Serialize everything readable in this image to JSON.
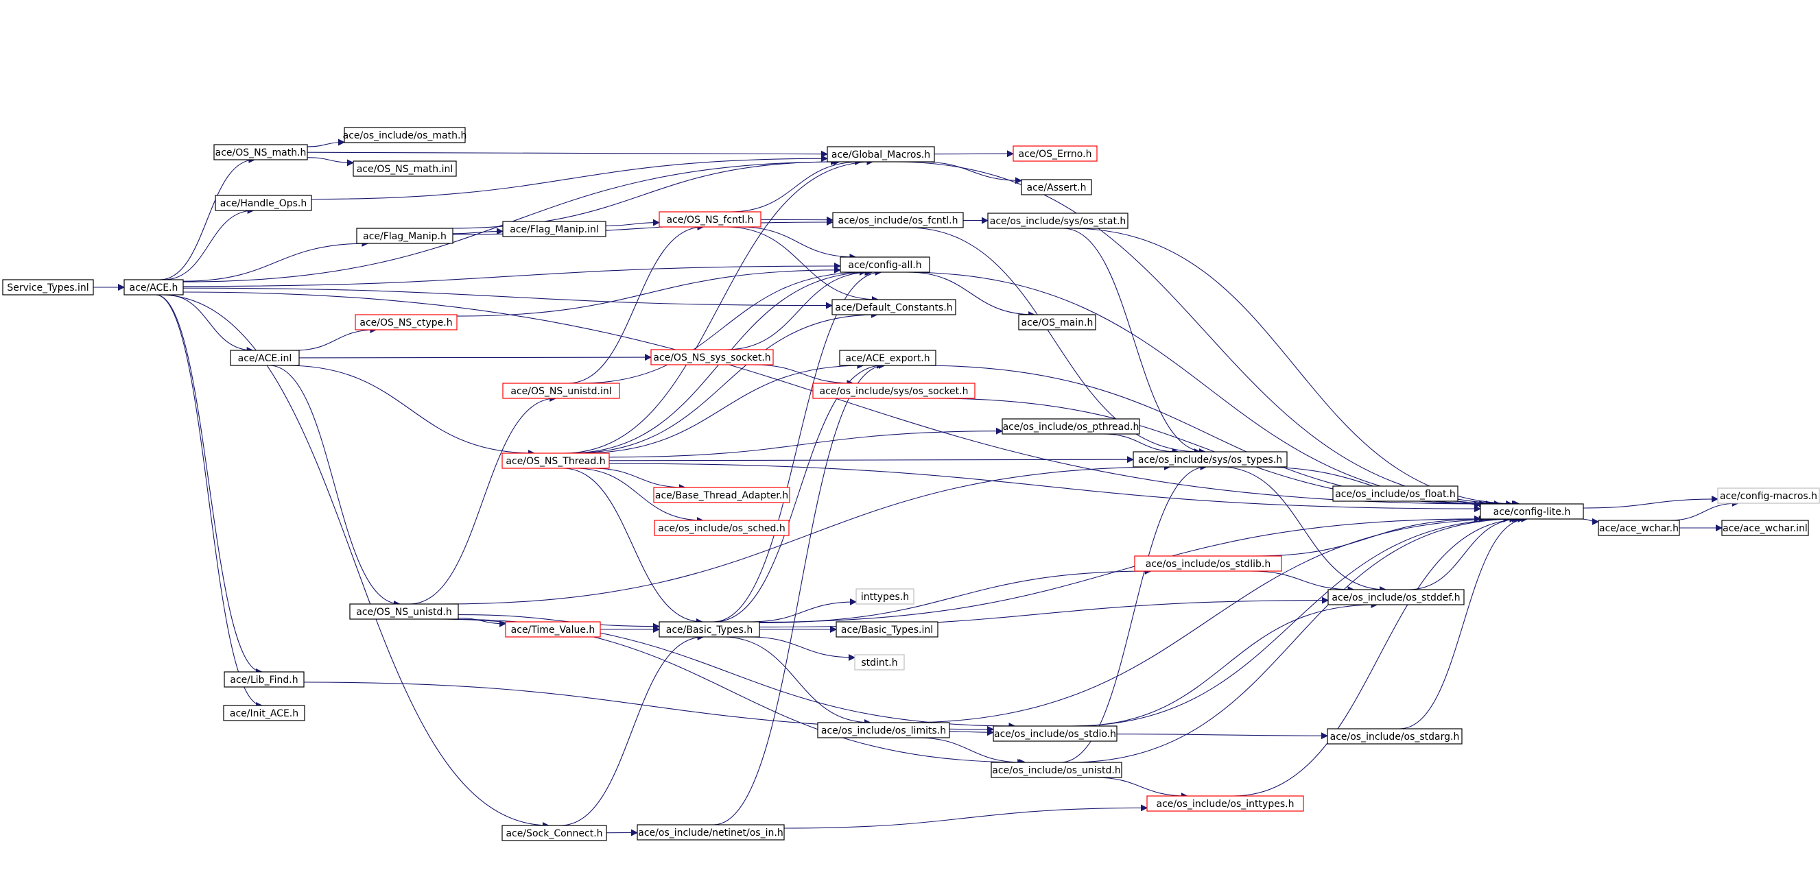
{
  "colors": {
    "edge": "#191970",
    "box_normal": "#000000",
    "box_truncated": "#ff0000",
    "box_external": "#bfbfbf",
    "root_fill": "#bfbfbf"
  },
  "nodes": [
    {
      "id": "service_types_inl",
      "label": "Service_Types.inl",
      "style": "root"
    },
    {
      "id": "ace_h",
      "label": "ace/ACE.h",
      "style": "normal"
    },
    {
      "id": "os_ns_math_h",
      "label": "ace/OS_NS_math.h",
      "style": "normal"
    },
    {
      "id": "os_math_h",
      "label": "ace/os_include/os_math.h",
      "style": "normal"
    },
    {
      "id": "os_ns_math_inl",
      "label": "ace/OS_NS_math.inl",
      "style": "normal"
    },
    {
      "id": "handle_ops_h",
      "label": "ace/Handle_Ops.h",
      "style": "normal"
    },
    {
      "id": "flag_manip_h",
      "label": "ace/Flag_Manip.h",
      "style": "normal"
    },
    {
      "id": "flag_manip_inl",
      "label": "ace/Flag_Manip.inl",
      "style": "normal"
    },
    {
      "id": "os_ns_ctype_h",
      "label": "ace/OS_NS_ctype.h",
      "style": "truncated"
    },
    {
      "id": "ace_inl",
      "label": "ace/ACE.inl",
      "style": "normal"
    },
    {
      "id": "os_ns_unistd_inl",
      "label": "ace/OS_NS_unistd.inl",
      "style": "truncated"
    },
    {
      "id": "os_ns_thread_h",
      "label": "ace/OS_NS_Thread.h",
      "style": "truncated"
    },
    {
      "id": "os_ns_unistd_h",
      "label": "ace/OS_NS_unistd.h",
      "style": "normal"
    },
    {
      "id": "lib_find_h",
      "label": "ace/Lib_Find.h",
      "style": "normal"
    },
    {
      "id": "init_ace_h",
      "label": "ace/Init_ACE.h",
      "style": "normal"
    },
    {
      "id": "sock_connect_h",
      "label": "ace/Sock_Connect.h",
      "style": "normal"
    },
    {
      "id": "os_ns_fcntl_h",
      "label": "ace/OS_NS_fcntl.h",
      "style": "truncated"
    },
    {
      "id": "os_ns_sys_socket_h",
      "label": "ace/OS_NS_sys_socket.h",
      "style": "truncated"
    },
    {
      "id": "base_thread_adapter_h",
      "label": "ace/Base_Thread_Adapter.h",
      "style": "truncated"
    },
    {
      "id": "os_sched_h",
      "label": "ace/os_include/os_sched.h",
      "style": "truncated"
    },
    {
      "id": "time_value_h",
      "label": "ace/Time_Value.h",
      "style": "truncated"
    },
    {
      "id": "basic_types_h",
      "label": "ace/Basic_Types.h",
      "style": "normal"
    },
    {
      "id": "netinet_os_in_h",
      "label": "ace/os_include/netinet/os_in.h",
      "style": "normal"
    },
    {
      "id": "global_macros_h",
      "label": "ace/Global_Macros.h",
      "style": "normal"
    },
    {
      "id": "os_fcntl_h",
      "label": "ace/os_include/os_fcntl.h",
      "style": "normal"
    },
    {
      "id": "config_all_h",
      "label": "ace/config-all.h",
      "style": "normal"
    },
    {
      "id": "default_constants_h",
      "label": "ace/Default_Constants.h",
      "style": "normal"
    },
    {
      "id": "ace_export_h",
      "label": "ace/ACE_export.h",
      "style": "normal"
    },
    {
      "id": "sys_os_socket_h",
      "label": "ace/os_include/sys/os_socket.h",
      "style": "truncated"
    },
    {
      "id": "os_pthread_h",
      "label": "ace/os_include/os_pthread.h",
      "style": "normal"
    },
    {
      "id": "inttypes_h",
      "label": "inttypes.h",
      "style": "external"
    },
    {
      "id": "basic_types_inl",
      "label": "ace/Basic_Types.inl",
      "style": "normal"
    },
    {
      "id": "stdint_h",
      "label": "stdint.h",
      "style": "external"
    },
    {
      "id": "os_limits_h",
      "label": "ace/os_include/os_limits.h",
      "style": "normal"
    },
    {
      "id": "os_errno_h",
      "label": "ace/OS_Errno.h",
      "style": "truncated"
    },
    {
      "id": "assert_h",
      "label": "ace/Assert.h",
      "style": "normal"
    },
    {
      "id": "sys_os_stat_h",
      "label": "ace/os_include/sys/os_stat.h",
      "style": "normal"
    },
    {
      "id": "os_main_h",
      "label": "ace/OS_main.h",
      "style": "normal"
    },
    {
      "id": "sys_os_types_h",
      "label": "ace/os_include/sys/os_types.h",
      "style": "normal"
    },
    {
      "id": "os_stdio_h",
      "label": "ace/os_include/os_stdio.h",
      "style": "normal"
    },
    {
      "id": "os_unistd_h",
      "label": "ace/os_include/os_unistd.h",
      "style": "normal"
    },
    {
      "id": "os_stdlib_h",
      "label": "ace/os_include/os_stdlib.h",
      "style": "truncated"
    },
    {
      "id": "os_inttypes_h",
      "label": "ace/os_include/os_inttypes.h",
      "style": "truncated"
    },
    {
      "id": "os_float_h",
      "label": "ace/os_include/os_float.h",
      "style": "normal"
    },
    {
      "id": "os_stddef_h",
      "label": "ace/os_include/os_stddef.h",
      "style": "normal"
    },
    {
      "id": "os_stdarg_h",
      "label": "ace/os_include/os_stdarg.h",
      "style": "normal"
    },
    {
      "id": "config_lite_h",
      "label": "ace/config-lite.h",
      "style": "normal"
    },
    {
      "id": "ace_wchar_h",
      "label": "ace/ace_wchar.h",
      "style": "normal"
    },
    {
      "id": "config_macros_h",
      "label": "ace/config-macros.h",
      "style": "external"
    },
    {
      "id": "ace_wchar_inl",
      "label": "ace/ace_wchar.inl",
      "style": "normal"
    }
  ],
  "edges": [
    [
      "service_types_inl",
      "ace_h"
    ],
    [
      "ace_h",
      "os_ns_math_h"
    ],
    [
      "ace_h",
      "handle_ops_h"
    ],
    [
      "ace_h",
      "flag_manip_h"
    ],
    [
      "ace_h",
      "ace_inl"
    ],
    [
      "ace_h",
      "lib_find_h"
    ],
    [
      "ace_h",
      "init_ace_h"
    ],
    [
      "ace_h",
      "sock_connect_h"
    ],
    [
      "ace_h",
      "default_constants_h"
    ],
    [
      "ace_h",
      "config_lite_h"
    ],
    [
      "ace_h",
      "global_macros_h"
    ],
    [
      "ace_h",
      "config_all_h"
    ],
    [
      "os_ns_math_h",
      "os_math_h"
    ],
    [
      "os_ns_math_h",
      "os_ns_math_inl"
    ],
    [
      "os_ns_math_h",
      "global_macros_h"
    ],
    [
      "handle_ops_h",
      "global_macros_h"
    ],
    [
      "flag_manip_h",
      "flag_manip_inl"
    ],
    [
      "flag_manip_h",
      "global_macros_h"
    ],
    [
      "flag_manip_h",
      "os_fcntl_h"
    ],
    [
      "flag_manip_inl",
      "os_ns_fcntl_h"
    ],
    [
      "os_ns_ctype_h",
      "config_all_h"
    ],
    [
      "ace_inl",
      "os_ns_ctype_h"
    ],
    [
      "ace_inl",
      "os_ns_sys_socket_h"
    ],
    [
      "ace_inl",
      "os_ns_thread_h"
    ],
    [
      "ace_inl",
      "os_ns_unistd_h"
    ],
    [
      "os_ns_unistd_inl",
      "os_ns_fcntl_h"
    ],
    [
      "os_ns_unistd_inl",
      "config_all_h"
    ],
    [
      "os_ns_thread_h",
      "base_thread_adapter_h"
    ],
    [
      "os_ns_thread_h",
      "os_sched_h"
    ],
    [
      "os_ns_thread_h",
      "basic_types_h"
    ],
    [
      "os_ns_thread_h",
      "config_all_h"
    ],
    [
      "os_ns_thread_h",
      "default_constants_h"
    ],
    [
      "os_ns_thread_h",
      "ace_export_h"
    ],
    [
      "os_ns_thread_h",
      "global_macros_h"
    ],
    [
      "os_ns_thread_h",
      "os_pthread_h"
    ],
    [
      "os_ns_thread_h",
      "sys_os_types_h"
    ],
    [
      "os_ns_thread_h",
      "config_lite_h"
    ],
    [
      "os_ns_unistd_h",
      "os_ns_unistd_inl"
    ],
    [
      "os_ns_unistd_h",
      "time_value_h"
    ],
    [
      "os_ns_unistd_h",
      "basic_types_h"
    ],
    [
      "os_ns_unistd_h",
      "os_stdio_h"
    ],
    [
      "os_ns_unistd_h",
      "os_unistd_h"
    ],
    [
      "os_ns_unistd_h",
      "sys_os_types_h"
    ],
    [
      "lib_find_h",
      "os_stdio_h"
    ],
    [
      "sock_connect_h",
      "basic_types_h"
    ],
    [
      "sock_connect_h",
      "netinet_os_in_h"
    ],
    [
      "os_ns_fcntl_h",
      "global_macros_h"
    ],
    [
      "os_ns_fcntl_h",
      "os_fcntl_h"
    ],
    [
      "os_ns_fcntl_h",
      "config_all_h"
    ],
    [
      "os_ns_fcntl_h",
      "default_constants_h"
    ],
    [
      "os_ns_sys_socket_h",
      "config_all_h"
    ],
    [
      "os_ns_sys_socket_h",
      "sys_os_socket_h"
    ],
    [
      "time_value_h",
      "basic_types_h"
    ],
    [
      "basic_types_h",
      "inttypes_h"
    ],
    [
      "basic_types_h",
      "basic_types_inl"
    ],
    [
      "basic_types_h",
      "stdint_h"
    ],
    [
      "basic_types_h",
      "os_limits_h"
    ],
    [
      "basic_types_h",
      "ace_export_h"
    ],
    [
      "basic_types_h",
      "config_all_h"
    ],
    [
      "basic_types_h",
      "os_stdlib_h"
    ],
    [
      "basic_types_h",
      "os_stddef_h"
    ],
    [
      "basic_types_h",
      "config_lite_h"
    ],
    [
      "netinet_os_in_h",
      "ace_export_h"
    ],
    [
      "netinet_os_in_h",
      "os_inttypes_h"
    ],
    [
      "global_macros_h",
      "os_errno_h"
    ],
    [
      "global_macros_h",
      "assert_h"
    ],
    [
      "global_macros_h",
      "config_lite_h"
    ],
    [
      "os_fcntl_h",
      "sys_os_stat_h"
    ],
    [
      "os_fcntl_h",
      "sys_os_types_h"
    ],
    [
      "config_all_h",
      "os_main_h"
    ],
    [
      "config_all_h",
      "config_lite_h"
    ],
    [
      "ace_export_h",
      "config_lite_h"
    ],
    [
      "sys_os_socket_h",
      "config_lite_h"
    ],
    [
      "os_pthread_h",
      "sys_os_types_h"
    ],
    [
      "os_limits_h",
      "os_stdio_h"
    ],
    [
      "os_limits_h",
      "os_unistd_h"
    ],
    [
      "os_limits_h",
      "config_lite_h"
    ],
    [
      "sys_os_stat_h",
      "sys_os_types_h"
    ],
    [
      "sys_os_stat_h",
      "config_lite_h"
    ],
    [
      "sys_os_types_h",
      "os_stddef_h"
    ],
    [
      "sys_os_types_h",
      "config_lite_h"
    ],
    [
      "os_stdio_h",
      "os_stdarg_h"
    ],
    [
      "os_stdio_h",
      "os_stddef_h"
    ],
    [
      "os_stdio_h",
      "config_lite_h"
    ],
    [
      "os_unistd_h",
      "os_inttypes_h"
    ],
    [
      "os_unistd_h",
      "sys_os_types_h"
    ],
    [
      "os_unistd_h",
      "config_lite_h"
    ],
    [
      "os_stdlib_h",
      "os_stddef_h"
    ],
    [
      "os_stdlib_h",
      "config_lite_h"
    ],
    [
      "os_inttypes_h",
      "config_lite_h"
    ],
    [
      "os_float_h",
      "config_lite_h"
    ],
    [
      "os_stddef_h",
      "config_lite_h"
    ],
    [
      "os_stdarg_h",
      "config_lite_h"
    ],
    [
      "config_lite_h",
      "config_macros_h"
    ],
    [
      "config_lite_h",
      "ace_wchar_h"
    ],
    [
      "ace_wchar_h",
      "config_macros_h"
    ],
    [
      "ace_wchar_h",
      "ace_wchar_inl"
    ]
  ]
}
